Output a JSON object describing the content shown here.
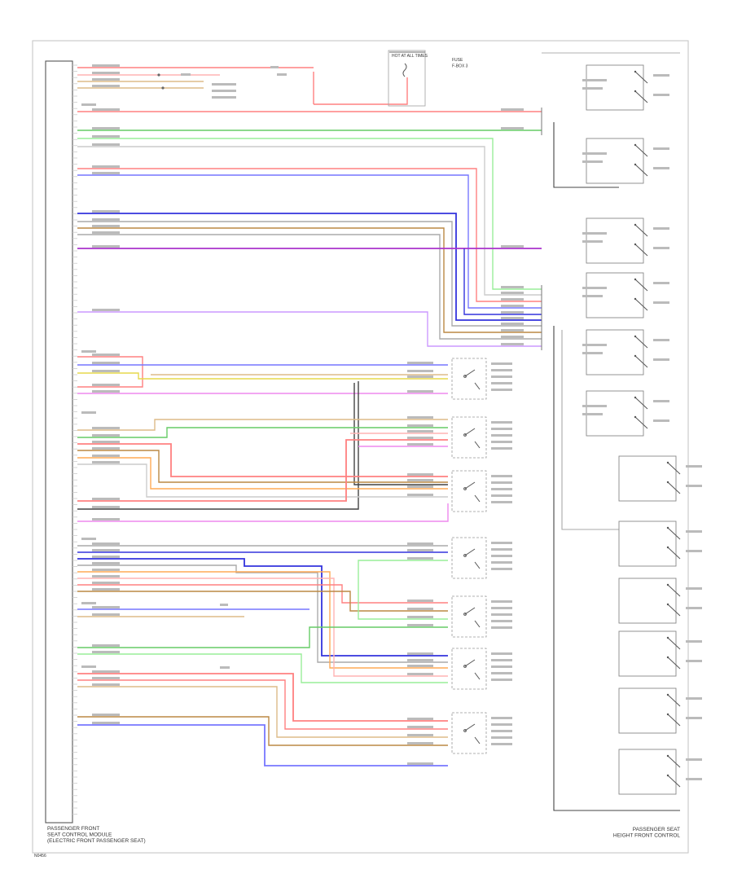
{
  "diagram": {
    "left_component": {
      "caption": [
        "PASSENGER FRONT",
        "SEAT CONTROL MODULE",
        "(ELECTRIC FRONT PASSENGER SEAT)"
      ]
    },
    "right_component": {
      "caption": [
        "PASSENGER SEAT",
        "HEIGHT FRONT CONTROL"
      ]
    },
    "fuse": {
      "box_label": [
        "HOT AT ALL TIMES"
      ],
      "label": [
        "FUSE",
        "F-BOX 3"
      ]
    },
    "footer_code": "N0456"
  }
}
